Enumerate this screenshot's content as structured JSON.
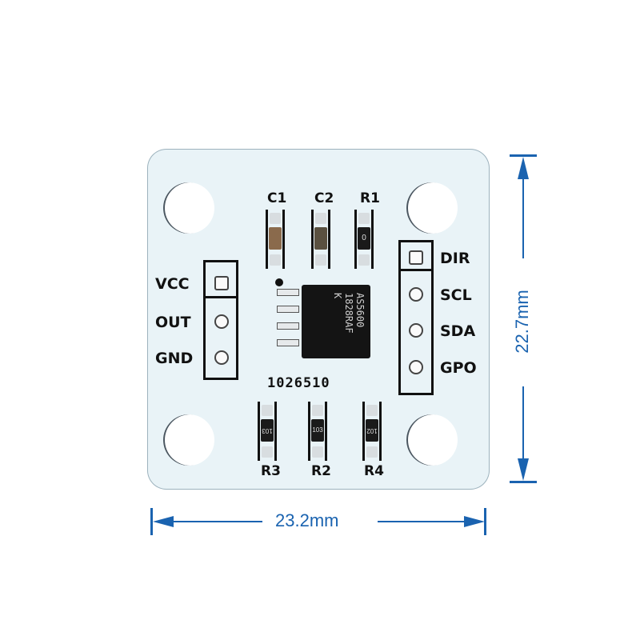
{
  "product": {
    "chip_marking": [
      "AS5600",
      "1828RAF",
      "K"
    ],
    "board_code": "1026510"
  },
  "left_header": {
    "pins": [
      {
        "label": "VCC",
        "shape": "square"
      },
      {
        "label": "OUT",
        "shape": "round"
      },
      {
        "label": "GND",
        "shape": "round"
      }
    ]
  },
  "right_header": {
    "pins": [
      {
        "label": "DIR",
        "shape": "square"
      },
      {
        "label": "SCL",
        "shape": "round"
      },
      {
        "label": "SDA",
        "shape": "round"
      },
      {
        "label": "GPO",
        "shape": "round"
      }
    ]
  },
  "top_components": [
    {
      "ref": "C1",
      "type": "capacitor",
      "color": "#8a6a4c"
    },
    {
      "ref": "C2",
      "type": "capacitor",
      "color": "#5a5040"
    },
    {
      "ref": "R1",
      "type": "resistor",
      "marking": "0",
      "color": "#1a1a1a"
    }
  ],
  "bottom_components": [
    {
      "ref": "R3",
      "type": "resistor",
      "marking": "103"
    },
    {
      "ref": "R2",
      "type": "resistor",
      "marking": "103"
    },
    {
      "ref": "R4",
      "type": "resistor",
      "marking": "102"
    }
  ],
  "dimensions": {
    "width": "23.2mm",
    "height": "22.7mm",
    "color": "#1a63b0"
  },
  "colors": {
    "board": "#e9f3f7",
    "silkscreen": "#111111",
    "chip": "#141414"
  }
}
